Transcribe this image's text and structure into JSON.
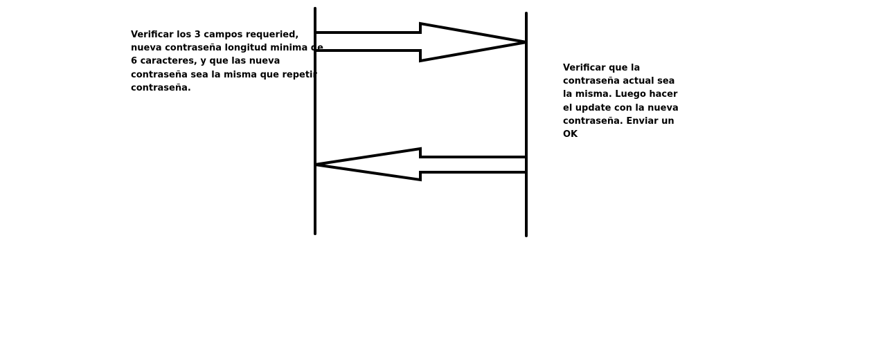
{
  "diagram": {
    "client_note": {
      "lines": [
        "Verificar los 3 campos requeried,",
        "nueva contraseña longitud minima de",
        "6 caracteres, y que las nueva",
        "contraseña sea la misma que repetir",
        "contraseña."
      ]
    },
    "server_note": {
      "lines": [
        "Verificar que la",
        "contraseña actual sea",
        "la misma. Luego hacer",
        "el update con la nueva",
        "contraseña. Enviar un",
        "OK"
      ]
    },
    "colors": {
      "stroke": "#000000",
      "background": "#ffffff"
    }
  }
}
